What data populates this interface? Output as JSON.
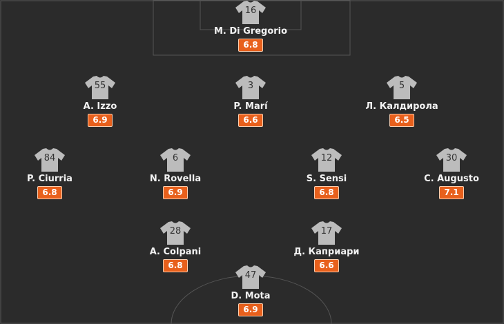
{
  "colors": {
    "pitch": "#2b2b2b",
    "lines": "#5a5a5a",
    "rating_bg": "#e8601c",
    "shirt": "#bcbcbc"
  },
  "players": [
    {
      "number": "16",
      "name": "M. Di Gregorio",
      "rating": "6.8"
    },
    {
      "number": "55",
      "name": "A. Izzo",
      "rating": "6.9"
    },
    {
      "number": "3",
      "name": "P. Marí",
      "rating": "6.6"
    },
    {
      "number": "5",
      "name": "Л. Калдирола",
      "rating": "6.5"
    },
    {
      "number": "84",
      "name": "P. Ciurria",
      "rating": "6.8"
    },
    {
      "number": "6",
      "name": "N. Rovella",
      "rating": "6.9"
    },
    {
      "number": "12",
      "name": "S. Sensi",
      "rating": "6.8"
    },
    {
      "number": "30",
      "name": "C. Augusto",
      "rating": "7.1"
    },
    {
      "number": "28",
      "name": "A. Colpani",
      "rating": "6.8"
    },
    {
      "number": "17",
      "name": "Д. Каприари",
      "rating": "6.6"
    },
    {
      "number": "47",
      "name": "D. Mota",
      "rating": "6.9"
    }
  ]
}
